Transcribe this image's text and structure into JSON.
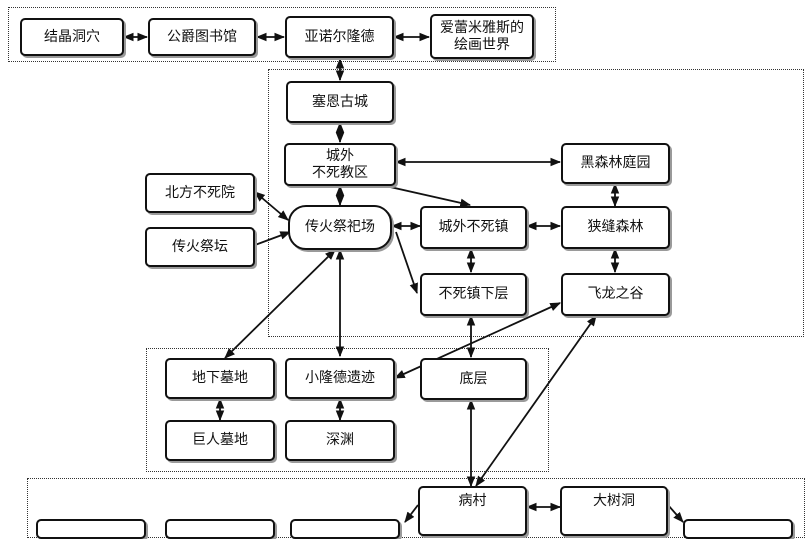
{
  "diagram": {
    "nodes": {
      "crystal_cave": "结晶洞穴",
      "duke_archives": "公爵图书馆",
      "anor_londo": "亚诺尔隆德",
      "painted_world": "爱蕾米雅斯的\n绘画世界",
      "sens_fortress": "塞恩古城",
      "undead_parish": "城外\n不死教区",
      "darkroot_garden": "黑森林庭园",
      "northern_asylum": "北方不死院",
      "firelink_altar": "传火祭坛",
      "firelink_shrine": "传火祭祀场",
      "undead_burg": "城外不死镇",
      "darkroot_basin": "狭缝森林",
      "lower_undead_burg": "不死镇下层",
      "valley_of_drakes": "飞龙之谷",
      "catacombs": "地下墓地",
      "new_londo_ruins": "小隆德遗迹",
      "depths": "底层",
      "tomb_of_giants": "巨人墓地",
      "the_abyss": "深渊",
      "blighttown": "病村",
      "great_hollow": "大树洞"
    }
  }
}
